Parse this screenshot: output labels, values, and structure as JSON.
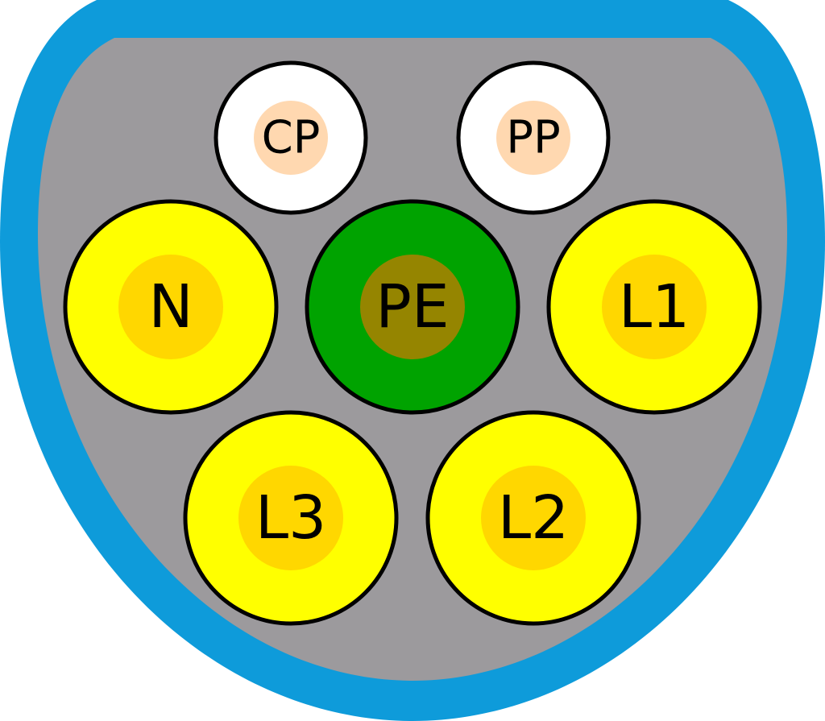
{
  "connector": {
    "colors": {
      "shell": "#0e9bda",
      "face": "#9c9a9d",
      "pin_outline": "#000000",
      "signal_pin": "#ffffff",
      "signal_core": "#ffd8b0",
      "power_pin": "#ffff00",
      "power_core": "#ffd700",
      "earth_pin": "#00a300",
      "earth_core": "#958500"
    },
    "pins": {
      "cp": {
        "label": "CP"
      },
      "pp": {
        "label": "PP"
      },
      "n": {
        "label": "N"
      },
      "pe": {
        "label": "PE"
      },
      "l1": {
        "label": "L1"
      },
      "l3": {
        "label": "L3"
      },
      "l2": {
        "label": "L2"
      }
    }
  }
}
